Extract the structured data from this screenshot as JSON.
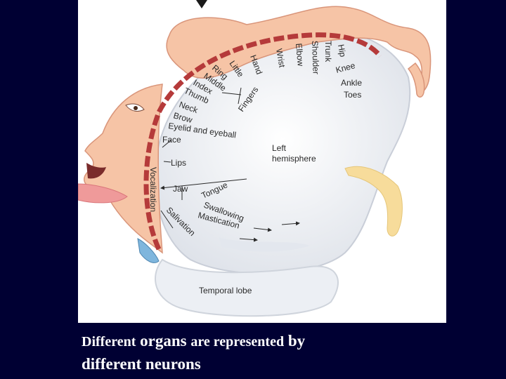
{
  "labels": {
    "hand": "Hand",
    "wrist": "Wrist",
    "elbow": "Elbow",
    "shoulder": "Shoulder",
    "trunk": "Trunk",
    "hip": "Hip",
    "knee": "Knee",
    "ankle": "Ankle",
    "toes": "Toes",
    "little": "Little",
    "ring": "Ring",
    "middle": "Middle",
    "index": "Index",
    "thumb": "Thumb",
    "fingers": "Fingers",
    "neck": "Neck",
    "brow": "Brow",
    "eyelid": "Eyelid and eyeball",
    "face": "Face",
    "lips": "Lips",
    "jaw": "Jaw",
    "tongue": "Tongue",
    "vocalization": "Vocalization",
    "salivation": "Salivation",
    "mastication": "Mastication",
    "swallowing": "Swallowing",
    "left_hemisphere_1": "Left",
    "left_hemisphere_2": "hemisphere",
    "temporal_lobe": "Temporal lobe"
  },
  "caption": {
    "part1": "Different",
    "part2": "organs",
    "part3": "are represented",
    "part4": "by",
    "line2": "different neurons"
  },
  "colors": {
    "background": "#000033",
    "cortex_strip": "#b53a3a",
    "skin": "#f6c4a6",
    "brain_surface": "#eef0f4"
  }
}
